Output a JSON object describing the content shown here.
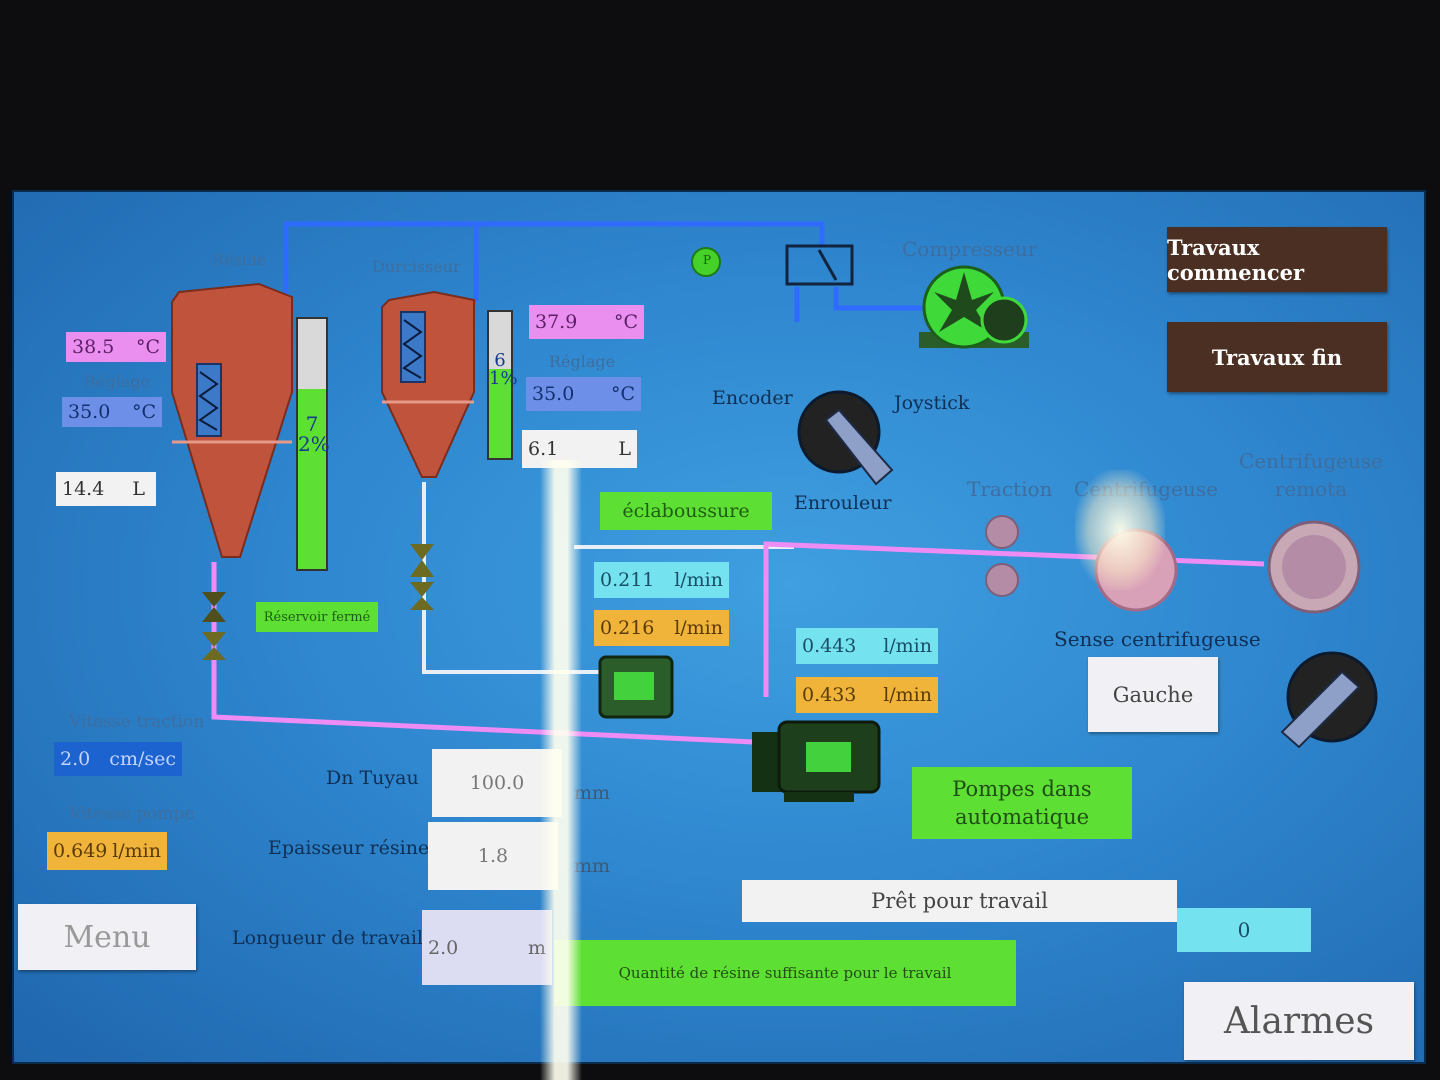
{
  "tanks": {
    "left": {
      "name": "Résine",
      "temp_value": "38.5",
      "temp_unit": "°C",
      "setpoint_label": "Réglage",
      "setpoint_value": "35.0",
      "setpoint_unit": "°C",
      "volume_value": "14.4",
      "volume_unit": "L",
      "level_text": "72%",
      "level_fraction": 0.72
    },
    "right": {
      "name": "Durcisseur",
      "temp_value": "37.9",
      "temp_unit": "°C",
      "setpoint_label": "Réglage",
      "setpoint_value": "35.0",
      "setpoint_unit": "°C",
      "volume_value": "6.1",
      "volume_unit": "L",
      "level_text": "61%",
      "level_fraction": 0.61
    }
  },
  "reservoir_status": "Réservoir fermé",
  "p_indicator": "P",
  "compressor_label": "Compresseur",
  "encoder_label": "Encoder",
  "joystick_label": "Joystick",
  "enrouleur_label": "Enrouleur",
  "splash_button": "éclaboussure",
  "flows": {
    "pump1_a": {
      "value": "0.211",
      "unit": "l/min"
    },
    "pump1_b": {
      "value": "0.216",
      "unit": "l/min"
    },
    "pump2_a": {
      "value": "0.443",
      "unit": "l/min"
    },
    "pump2_b": {
      "value": "0.433",
      "unit": "l/min"
    }
  },
  "traction_label": "Traction",
  "centrifuge_label": "Centrifugeuse",
  "centrifuge_remota_label": "Centrifugeuse remota",
  "sense_label": "Sense centrifugeuse",
  "sense_value": "Gauche",
  "buttons": {
    "start": "Travaux commencer",
    "end": "Travaux fin",
    "menu": "Menu",
    "alarms": "Alarmes"
  },
  "pumps_auto": "Pompes dans automatique",
  "vitesse_traction": {
    "label": "Vitesse traction",
    "value": "2.0",
    "unit": "cm/sec"
  },
  "vitesse_pompe": {
    "label": "Vitesse pompe",
    "value": "0.649",
    "unit": "l/min"
  },
  "dn_tuyau": {
    "label": "Dn Tuyau",
    "value": "100.0",
    "unit": "mm"
  },
  "epaisseur": {
    "label": "Epaisseur résine",
    "value": "1.8",
    "unit": "mm"
  },
  "longueur": {
    "label": "Longueur de travail",
    "value": "2.0",
    "unit": "m"
  },
  "resin_status": "Quantité de résine suffisante pour le travail",
  "ready_status": "Prêt pour travail",
  "counter": "0",
  "colors": {
    "background": "#2f87cf",
    "tank": "#c0533c",
    "pipe_blue": "#2f6bff",
    "pipe_pink": "#ee8cf5",
    "pipe_white": "#e8eef6",
    "level_green": "#5de033",
    "dark_button": "#4a2f22"
  }
}
